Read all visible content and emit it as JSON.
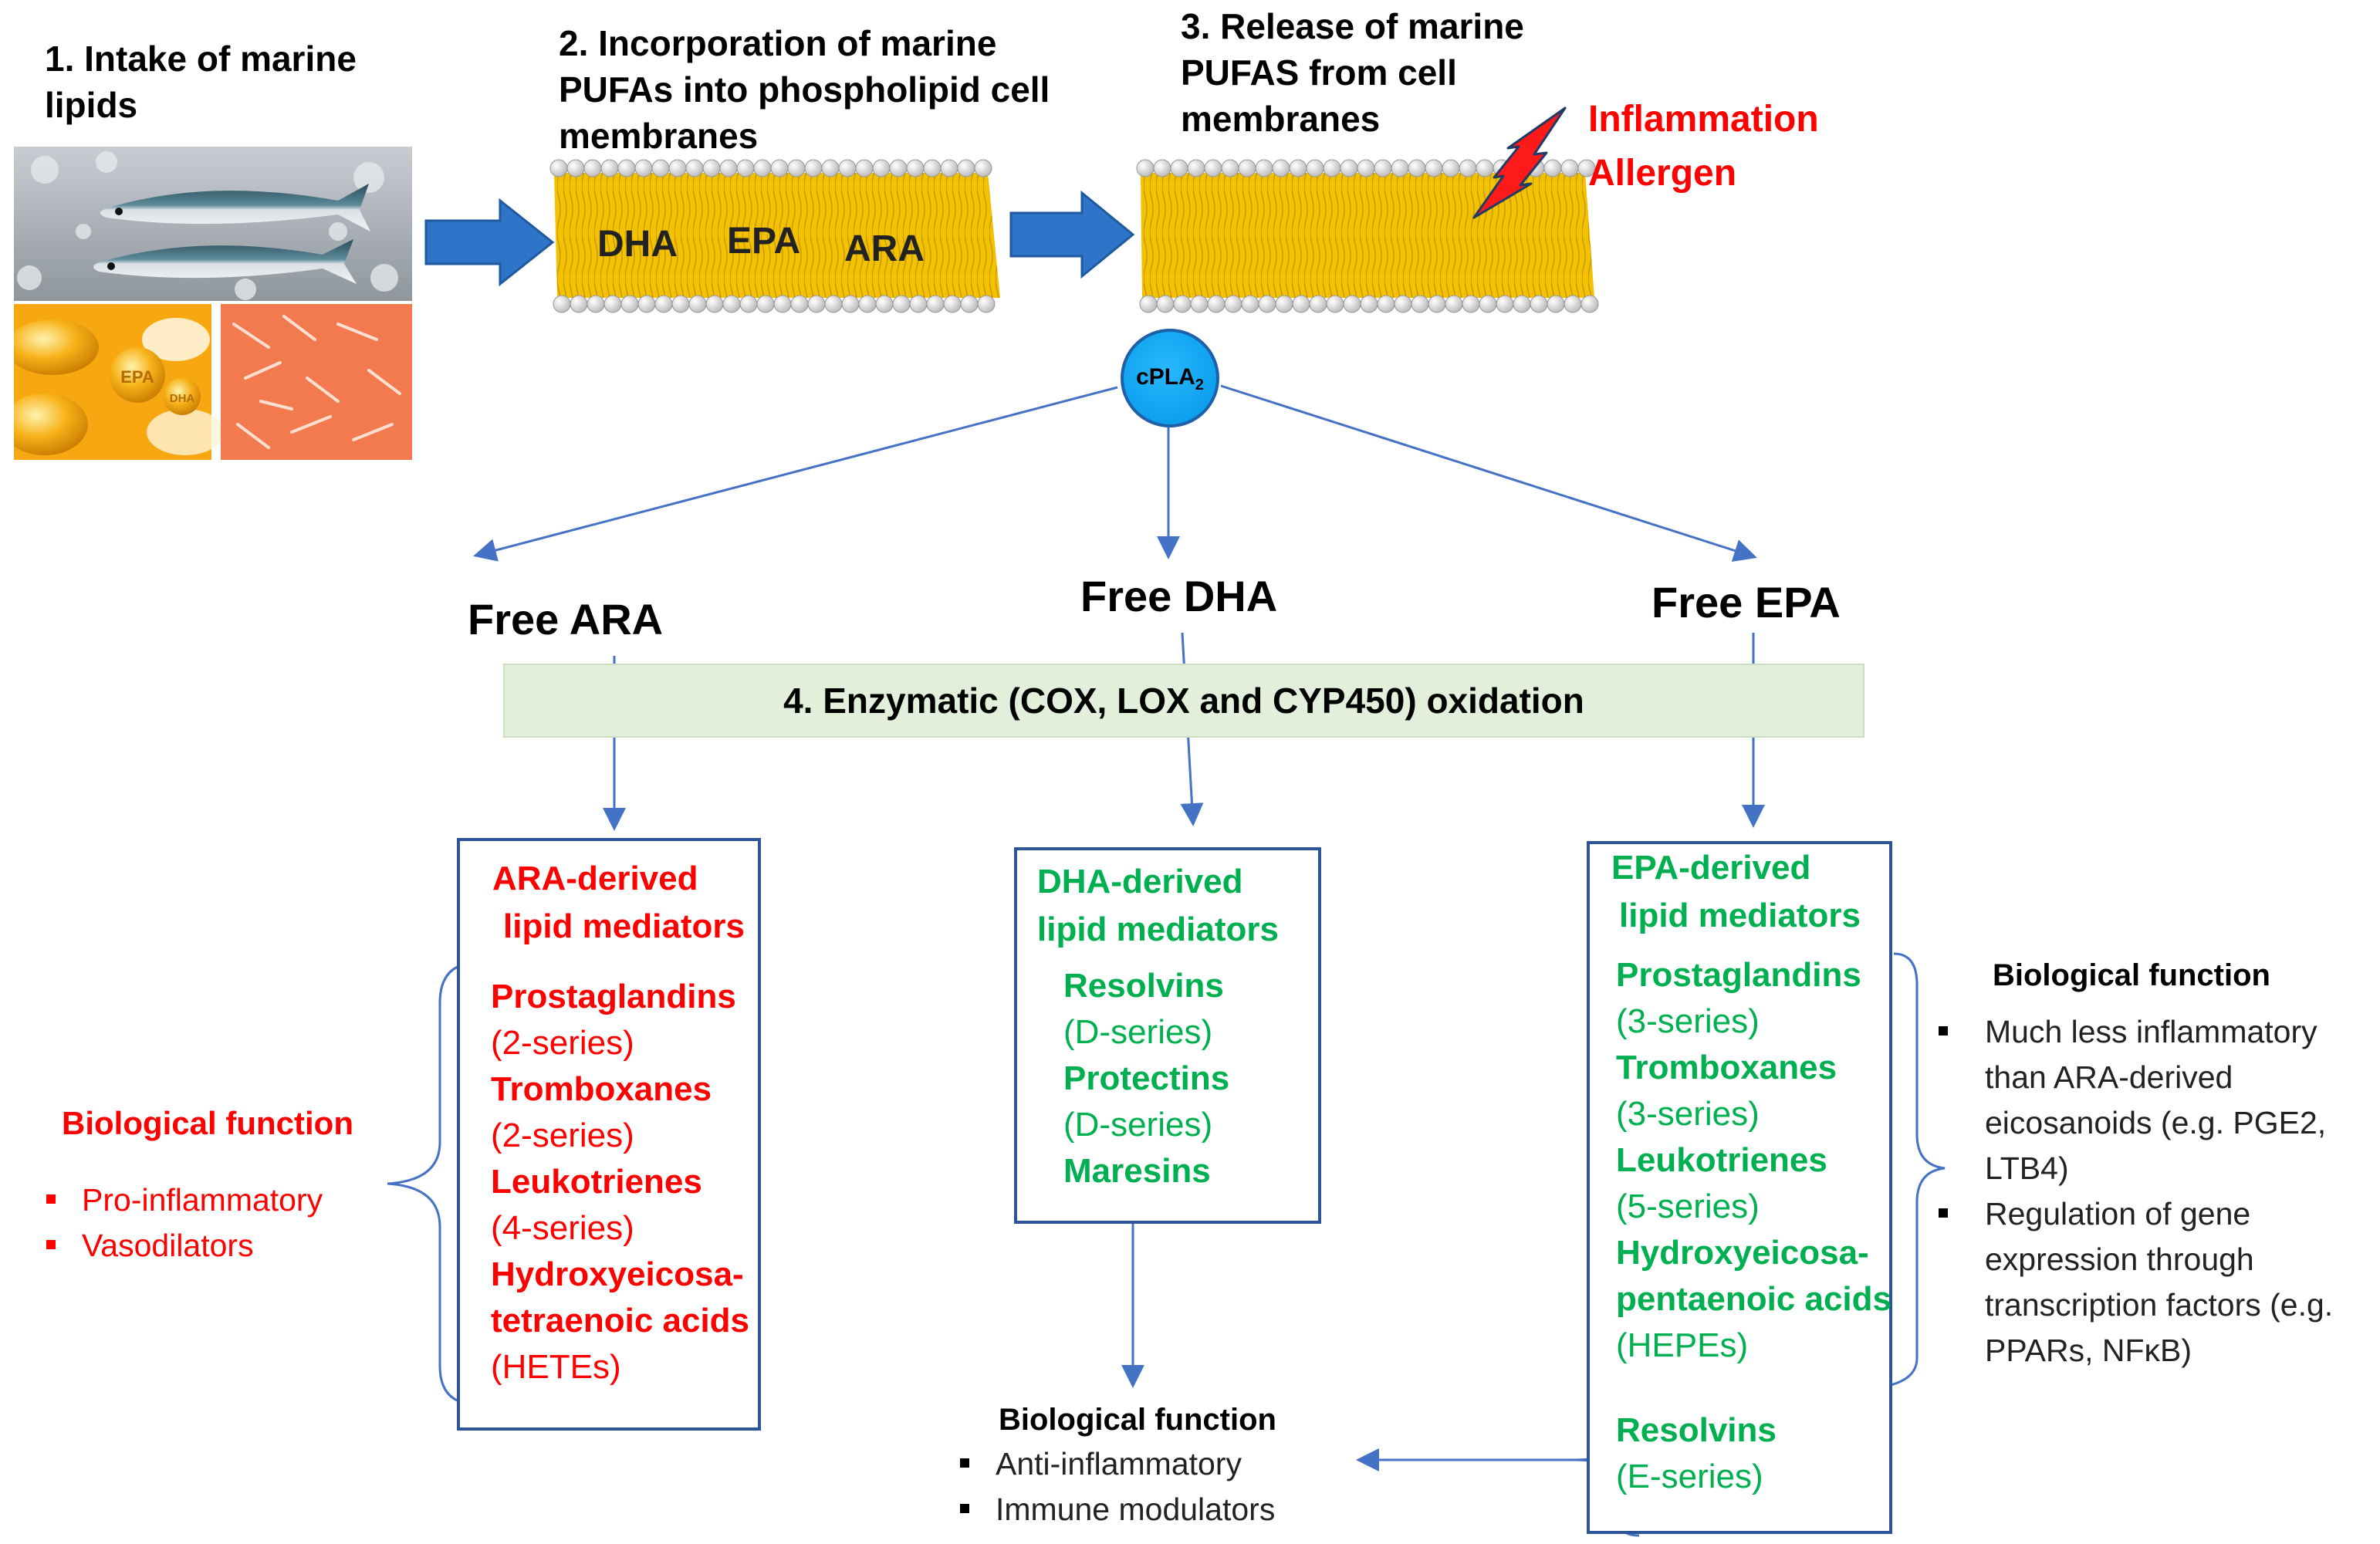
{
  "steps": {
    "step1": [
      "1. Intake of marine",
      "lipids"
    ],
    "step2": [
      "2. Incorporation of marine",
      "PUFAs into phospholipid cell",
      "membranes"
    ],
    "step3": [
      "3. Release of marine",
      "PUFAS from cell",
      "membranes"
    ]
  },
  "photos": {
    "capsule_epa": "EPA",
    "capsule_dha": "DHA"
  },
  "membrane_labels": [
    "DHA",
    "EPA",
    "ARA"
  ],
  "triggers": [
    "Inflammation",
    "Allergen"
  ],
  "enzyme": {
    "label": "cPLA",
    "subscript": "2"
  },
  "free": {
    "ara": "Free ARA",
    "dha": "Free DHA",
    "epa": "Free EPA"
  },
  "oxidation": "4. Enzymatic (COX, LOX  and CYP450) oxidation",
  "ara_box": {
    "title": [
      "ARA-derived",
      "lipid mediators"
    ],
    "items": [
      {
        "name": "Prostaglandins",
        "series": "(2-series)"
      },
      {
        "name": "Tromboxanes",
        "series": "(2-series)"
      },
      {
        "name": "Leukotrienes",
        "series": "(4-series)"
      },
      {
        "name": "Hydroxyeicosa-",
        "name2": "tetraenoic acids",
        "series": "(HETEs)"
      }
    ]
  },
  "dha_box": {
    "title": [
      "DHA-derived",
      "lipid mediators"
    ],
    "items": [
      {
        "name": "Resolvins",
        "series": "(D-series)"
      },
      {
        "name": "Protectins",
        "series": "(D-series)"
      },
      {
        "name": "Maresins"
      }
    ]
  },
  "epa_box": {
    "title": [
      "EPA-derived",
      "lipid mediators"
    ],
    "items": [
      {
        "name": "Prostaglandins",
        "series": "(3-series)"
      },
      {
        "name": "Tromboxanes",
        "series": "(3-series)"
      },
      {
        "name": "Leukotrienes",
        "series": "(5-series)"
      },
      {
        "name": "Hydroxyeicosa-",
        "name2": "pentaenoic acids",
        "series": "(HEPEs)"
      },
      {
        "name": "Resolvins",
        "series": "(E-series)"
      }
    ]
  },
  "bio_left": {
    "title": "Biological function",
    "bullets": [
      "Pro-inflammatory",
      "Vasodilators"
    ]
  },
  "bio_center": {
    "title": "Biological function",
    "bullets": [
      "Anti-inflammatory",
      "Immune modulators"
    ]
  },
  "bio_right": {
    "title": "Biological function",
    "bullets": [
      [
        "Much less inflammatory",
        "than ARA-derived",
        "eicosanoids (e.g. PGE2,",
        "LTB4)"
      ],
      [
        "Regulation of gene",
        "expression through",
        "transcription factors (e.g.",
        "PPARs, NFκB)"
      ]
    ]
  },
  "colors": {
    "arrow_blue": "#4472c4",
    "block_arrow": "#2e74c8",
    "box_border": "#2e5597",
    "red": "#ff0000",
    "green": "#00b050",
    "enzyme_bar": "#e2efda",
    "membrane_tail": "#f2c200"
  }
}
